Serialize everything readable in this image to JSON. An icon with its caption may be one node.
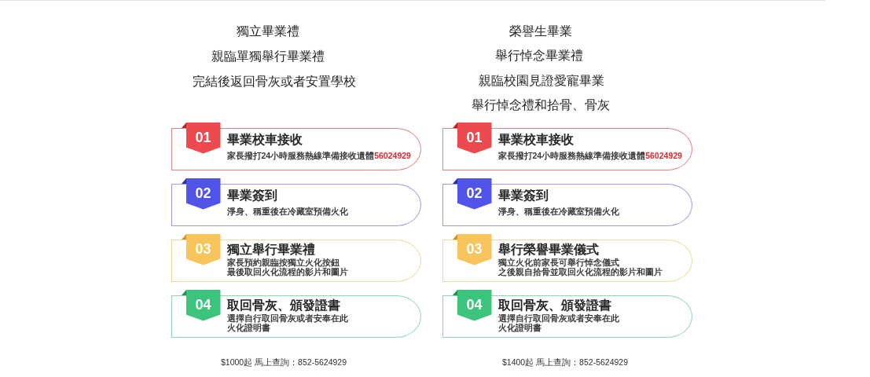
{
  "diagram": {
    "nodes": [
      {
        "text": [
          "01",
          "畢業校車接收",
          "家長撥打24小時服務熱線準備接收遺體**56024929**"
        ]
      },
      {
        "text": [
          "02",
          "畢業簽到",
          "淨身、稱重後在冷藏室預備火化"
        ]
      },
      {
        "text": [
          "03",
          "獨立舉行畢業禮",
          "家長預約親臨按獨立火化按鈕最後取回火化流程的影片和圖片"
        ]
      },
      {
        "text": [
          "04",
          "取回骨灰、頒發證書",
          "選擇自行取回骨灰或者安奉在此火化證明書"
        ]
      },
      {
        "text": [
          "01",
          "畢業校車接收",
          "家長撥打24小時服務熱線準備接收遺體**56024929**"
        ]
      },
      {
        "text": [
          "02",
          "畢業簽到",
          "淨身、稱重後在冷藏室預備火化"
        ]
      },
      {
        "text": [
          "03",
          "舉行榮譽畢業儀式",
          "獨立火化前家長可舉行悼念儀式之後親自拾骨並取回火化流程的影片和圖片"
        ]
      },
      {
        "text": [
          "04",
          "取回骨灰、頒發證書",
          "選擇自行取回骨灰或者安奉在此火化證明書"
        ]
      }
    ],
    "labels": [
      "獨立畢業禮",
      "親臨單獨舉行畢業禮",
      "完結後返回骨灰或者安置學校",
      "榮譽生畢業",
      "舉行悼念畢業禮",
      "親臨校園見證愛寵畢業",
      "舉行悼念禮和拾骨、骨灰",
      "$1000起 馬上查詢：852-5624929",
      "$1400起 馬上查詢：852-5624929"
    ]
  }
}
